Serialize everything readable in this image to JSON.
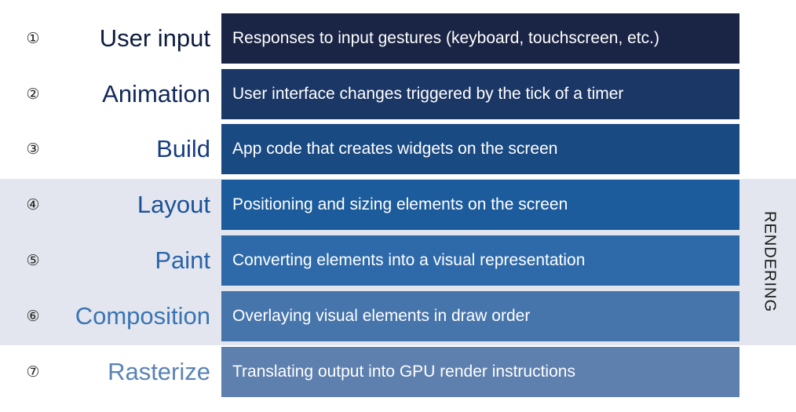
{
  "rendering_group": {
    "label": "RENDERING",
    "first_stage": 4,
    "last_stage": 6
  },
  "stages": [
    {
      "number": "①",
      "name": "User input",
      "description": "Responses to input gestures (keyboard, touchscreen, etc.)",
      "name_color": "#0d1b3e",
      "box_color": "#1a2445"
    },
    {
      "number": "②",
      "name": "Animation",
      "description": "User interface changes triggered by the tick of a timer",
      "name_color": "#11295a",
      "box_color": "#1b3766"
    },
    {
      "number": "③",
      "name": "Build",
      "description": "App code that creates widgets on the screen",
      "name_color": "#163d80",
      "box_color": "#1a4a82"
    },
    {
      "number": "④",
      "name": "Layout",
      "description": "Positioning and sizing elements on the screen",
      "name_color": "#1a529a",
      "box_color": "#1d5c9c"
    },
    {
      "number": "⑤",
      "name": "Paint",
      "description": "Converting elements into a visual representation",
      "name_color": "#2a64aa",
      "box_color": "#2e6aaa"
    },
    {
      "number": "⑥",
      "name": "Composition",
      "description": "Overlaying visual elements in draw order",
      "name_color": "#3a74b4",
      "box_color": "#4675ac"
    },
    {
      "number": "⑦",
      "name": "Rasterize",
      "description": "Translating output into GPU render instructions",
      "name_color": "#5a82b6",
      "box_color": "#5e80ae"
    }
  ]
}
